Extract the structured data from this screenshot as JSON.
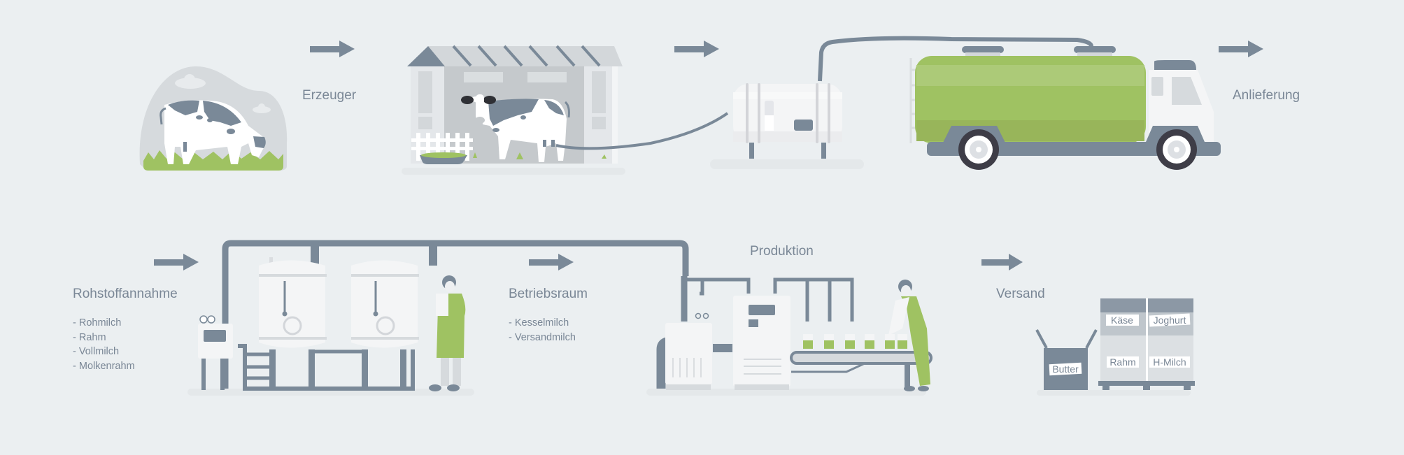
{
  "title": "Milchverarbeitung Prozess",
  "colors": {
    "background": "#ebeff1",
    "slate": "#7a8998",
    "green": "#9fc262",
    "light_gray": "#d6dadd",
    "white": "#f7f8f9",
    "tire": "#3e3d47",
    "text": "#7a8796"
  },
  "stages": [
    {
      "id": "erzeuger",
      "label": "Erzeuger",
      "items": []
    },
    {
      "id": "anlieferung",
      "label": "Anlieferung",
      "items": []
    },
    {
      "id": "rohstoffannahme",
      "label": "Rohstoffannahme",
      "items": [
        "Rohmilch",
        "Rahm",
        "Vollmilch",
        "Molkenrahm"
      ]
    },
    {
      "id": "betriebsraum",
      "label": "Betriebsraum",
      "items": [
        "Kesselmilch",
        "Versandmilch"
      ]
    },
    {
      "id": "produktion",
      "label": "Produktion",
      "items": []
    },
    {
      "id": "versand",
      "label": "Versand",
      "items": []
    }
  ],
  "shipping_boxes": [
    "Butter",
    "Käse",
    "Joghurt",
    "Rahm",
    "H-Milch"
  ],
  "icons": [
    "grazing-cow",
    "barn-with-milking-cow",
    "milk-storage-tank",
    "milk-tanker-truck",
    "reception-tanks-with-worker",
    "production-line-with-worker",
    "shipping-pallet",
    "flow-arrow"
  ]
}
